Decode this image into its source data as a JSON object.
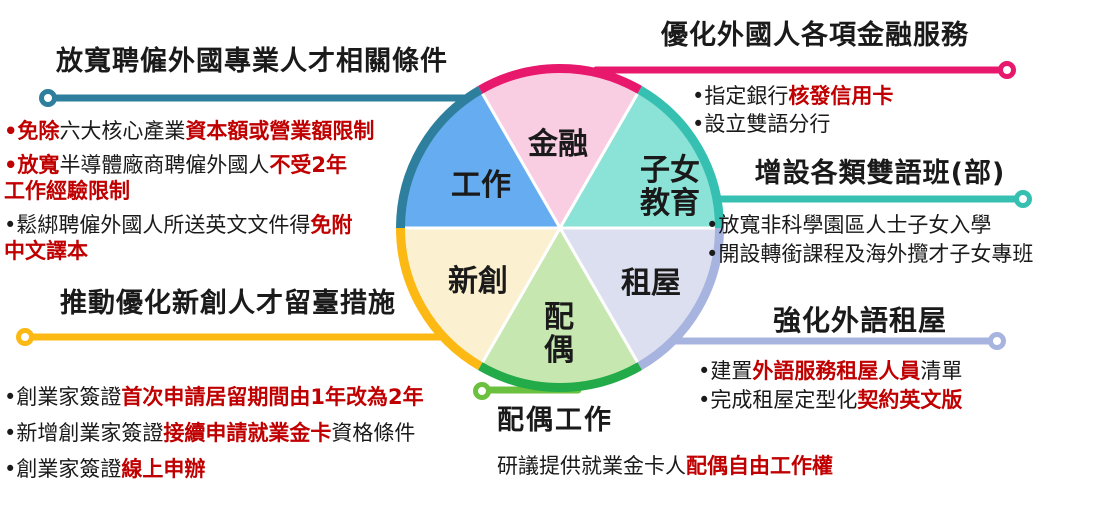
{
  "colors": {
    "ink": "#1A1A1A",
    "highlight": "#C00000"
  },
  "pie": {
    "segments": [
      {
        "id": "finance",
        "label": "金融",
        "fill": "#F9CEE3",
        "arc": "#E8186D"
      },
      {
        "id": "children-education",
        "label": "子女\n教育",
        "fill": "#8BE2D6",
        "arc": "#35C0B1"
      },
      {
        "id": "housing",
        "label": "租屋",
        "fill": "#DCDFEF",
        "arc": "#A8B4E0"
      },
      {
        "id": "spouse",
        "label": "配\n偶",
        "fill": "#C6E7B0",
        "arc": "#22AB48"
      },
      {
        "id": "startup",
        "label": "新創",
        "fill": "#FBF0CF",
        "arc": "#FDB913"
      },
      {
        "id": "work",
        "label": "工作",
        "fill": "#66ACF0",
        "arc": "#2E7F9E"
      }
    ]
  },
  "connectors": {
    "hire": "#2E7F9E",
    "finance": "#E8186D",
    "bilingual": "#35C0B1",
    "rental": "#A8B4E0",
    "startup": "#FDB913",
    "spouse": "#6BC13F"
  },
  "sections": {
    "hire": {
      "title": "放寬聘僱外國專業人才相關條件",
      "bullets": [
        [
          {
            "t": "•免除",
            "red": true
          },
          {
            "t": "六大核心產業",
            "red": false
          },
          {
            "t": "資本額或營業額限制",
            "red": true
          }
        ],
        [
          {
            "t": "•放寬",
            "red": true
          },
          {
            "t": "半導體廠商聘僱外國人",
            "red": false
          },
          {
            "t": "不受2年\n工作經驗限制",
            "red": true
          }
        ],
        [
          {
            "t": "•鬆綁聘僱外國人所送英文文件得",
            "red": false
          },
          {
            "t": "免附\n中文譯本",
            "red": true
          }
        ]
      ]
    },
    "startup": {
      "title": "推動優化新創人才留臺措施",
      "bullets": [
        [
          {
            "t": "•創業家簽證",
            "red": false
          },
          {
            "t": "首次申請居留期間由1年改為2年",
            "red": true
          }
        ],
        [
          {
            "t": "•新增創業家簽證",
            "red": false
          },
          {
            "t": "接續申請就業金卡",
            "red": true
          },
          {
            "t": "資格條件",
            "red": false
          }
        ],
        [
          {
            "t": "•創業家簽證",
            "red": false
          },
          {
            "t": "線上申辦",
            "red": true
          }
        ]
      ]
    },
    "finance": {
      "title": "優化外國人各項金融服務",
      "bullets": [
        [
          {
            "t": "•指定銀行",
            "red": false
          },
          {
            "t": "核發信用卡",
            "red": true
          }
        ],
        [
          {
            "t": "•設立雙語分行",
            "red": false
          }
        ]
      ]
    },
    "bilingual": {
      "title": "增設各類雙語班(部)",
      "bullets": [
        [
          {
            "t": "•放寬非科學園區人士子女入學",
            "red": false
          }
        ],
        [
          {
            "t": "•開設轉銜課程及海外攬才子女專班",
            "red": false
          }
        ]
      ]
    },
    "rental": {
      "title": "強化外語租屋",
      "bullets": [
        [
          {
            "t": "•建置",
            "red": false
          },
          {
            "t": "外語服務租屋人員",
            "red": true
          },
          {
            "t": "清單",
            "red": false
          }
        ],
        [
          {
            "t": "•完成租屋定型化",
            "red": false
          },
          {
            "t": "契約英文版",
            "red": true
          }
        ]
      ]
    },
    "spouse_work": {
      "title": "配偶工作",
      "note": [
        {
          "t": "研議提供就業金卡人",
          "red": false
        },
        {
          "t": "配偶自由工作權",
          "red": true
        }
      ]
    }
  }
}
